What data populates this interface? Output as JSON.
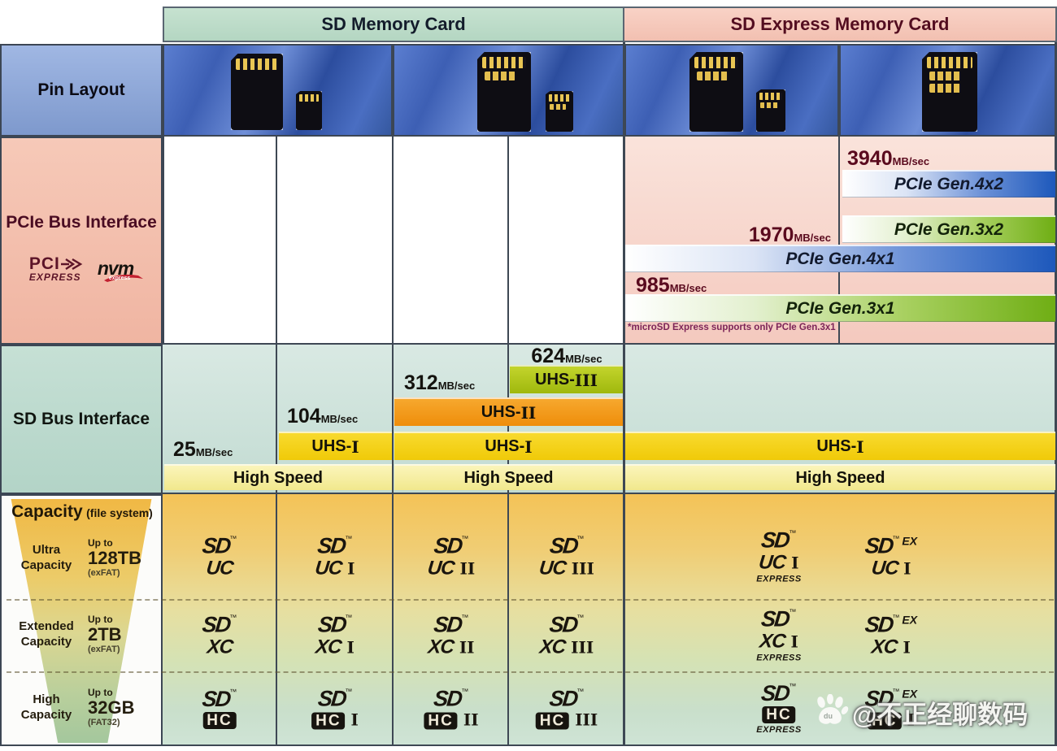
{
  "header": {
    "sd_label": "SD Memory Card",
    "express_label": "SD Express Memory Card"
  },
  "sidebar": {
    "pin_layout_label": "Pin Layout",
    "pcie_title": "PCIe Bus Interface",
    "pci_logo": {
      "word": "PCI",
      "sub": "EXPRESS"
    },
    "nvm_logo": {
      "word": "nvm",
      "sub": "express"
    },
    "sd_bus_title": "SD Bus Interface",
    "capacity": {
      "title": "Capacity",
      "subtitle": "(file system)",
      "rows": [
        {
          "name": "Ultra Capacity",
          "up_to": "Up to",
          "size": "128TB",
          "fs": "(exFAT)"
        },
        {
          "name": "Extended Capacity",
          "up_to": "Up to",
          "size": "2TB",
          "fs": "(exFAT)"
        },
        {
          "name": "High Capacity",
          "up_to": "Up to",
          "size": "32GB",
          "fs": "(FAT32)"
        }
      ]
    }
  },
  "pcie": {
    "speed_4x2": {
      "value": "3940",
      "unit": "MB/sec"
    },
    "speed_4x1": {
      "value": "1970",
      "unit": "MB/sec"
    },
    "speed_3x1": {
      "value": "985",
      "unit": "MB/sec"
    },
    "bar_4x2": "PCIe Gen.4x2",
    "bar_3x2": "PCIe Gen.3x2",
    "bar_4x1": "PCIe Gen.4x1",
    "bar_3x1": "PCIe Gen.3x1",
    "note": "*microSD Express supports only PCIe Gen.3x1"
  },
  "sd_bus": {
    "speed_624": {
      "value": "624",
      "unit": "MB/sec"
    },
    "speed_312": {
      "value": "312",
      "unit": "MB/sec"
    },
    "speed_104": {
      "value": "104",
      "unit": "MB/sec"
    },
    "speed_25": {
      "value": "25",
      "unit": "MB/sec"
    },
    "uhs3": {
      "prefix": "UHS-",
      "num": "III"
    },
    "uhs2": {
      "prefix": "UHS-",
      "num": "II"
    },
    "uhs1": {
      "prefix": "UHS-",
      "num": "I"
    },
    "high_speed": "High Speed"
  },
  "logos": {
    "uc": [
      {
        "brand": "SD",
        "tm": "™",
        "tier": "UC"
      },
      {
        "brand": "SD",
        "tm": "™",
        "tier": "UC",
        "num": "I"
      },
      {
        "brand": "SD",
        "tm": "™",
        "tier": "UC",
        "num": "II"
      },
      {
        "brand": "SD",
        "tm": "™",
        "tier": "UC",
        "num": "III"
      },
      {
        "brand": "SD",
        "tm": "™",
        "tier": "UC",
        "num": "I",
        "sub": "EXPRESS"
      },
      {
        "brand": "SD",
        "tm": "™",
        "ex": "EX",
        "tier": "UC",
        "num": "I"
      }
    ],
    "xc": [
      {
        "brand": "SD",
        "tm": "™",
        "tier": "XC"
      },
      {
        "brand": "SD",
        "tm": "™",
        "tier": "XC",
        "num": "I"
      },
      {
        "brand": "SD",
        "tm": "™",
        "tier": "XC",
        "num": "II"
      },
      {
        "brand": "SD",
        "tm": "™",
        "tier": "XC",
        "num": "III"
      },
      {
        "brand": "SD",
        "tm": "™",
        "tier": "XC",
        "num": "I",
        "sub": "EXPRESS"
      },
      {
        "brand": "SD",
        "tm": "™",
        "ex": "EX",
        "tier": "XC",
        "num": "I"
      }
    ],
    "hc": [
      {
        "brand": "SD",
        "tm": "™",
        "tier": "HC"
      },
      {
        "brand": "SD",
        "tm": "™",
        "tier": "HC",
        "num": "I"
      },
      {
        "brand": "SD",
        "tm": "™",
        "tier": "HC",
        "num": "II"
      },
      {
        "brand": "SD",
        "tm": "™",
        "tier": "HC",
        "num": "III"
      },
      {
        "brand": "SD",
        "tm": "™",
        "tier": "HC",
        "sub": "EXPRESS"
      },
      {
        "brand": "SD",
        "tm": "™",
        "ex": "EX",
        "tier": "HC",
        "num": "I"
      }
    ]
  },
  "watermark": {
    "handle": "@不正经聊数码",
    "paw_label": "du"
  },
  "colors": {
    "sd_header_bg": "#bcd9c6",
    "express_header_bg": "#f6c9ba",
    "pin_sidebar_bg": "#8fa8d8",
    "pcie_sidebar_bg": "#f3bfad",
    "sdbus_sidebar_bg": "#bcd8cc",
    "pcie_blue_bar": "#1d58bb",
    "pcie_green_bar": "#6fae14",
    "uhs1_yellow": "#f2d015",
    "uhs2_orange": "#f0961a",
    "uhs3_green": "#aec41d",
    "high_speed_yellow": "#f6efa3",
    "capacity_top": "#f4c357",
    "capacity_bottom": "#cfe4d6"
  }
}
